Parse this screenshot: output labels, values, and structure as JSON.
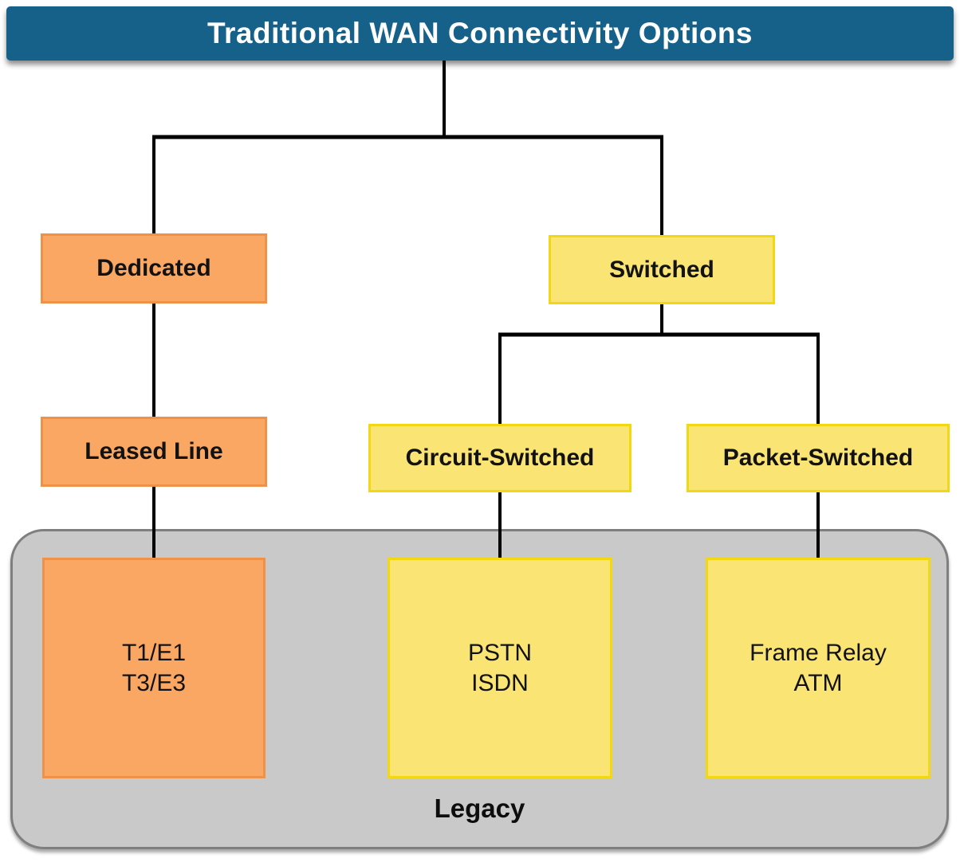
{
  "title": {
    "label": "Traditional WAN Connectivity Options"
  },
  "nodes": {
    "dedicated": {
      "label": "Dedicated"
    },
    "switched": {
      "label": "Switched"
    },
    "leased_line": {
      "label": "Leased Line"
    },
    "circuit_switched": {
      "label": "Circuit-Switched"
    },
    "packet_switched": {
      "label": "Packet-Switched"
    },
    "t1e1": {
      "line1": "T1/E1",
      "line2": "T3/E3"
    },
    "pstn": {
      "line1": "PSTN",
      "line2": "ISDN"
    },
    "frame_relay": {
      "line1": "Frame Relay",
      "line2": "ATM"
    }
  },
  "legacy_group": {
    "label": "Legacy"
  },
  "colors": {
    "title_bg": "#15618a",
    "title_text": "#ffffff",
    "dedicated_fill": "#f9a763",
    "dedicated_border": "#ef9147",
    "switched_fill": "#fae574",
    "switched_border": "#f2d713",
    "legacy_fill": "#c9c9c9",
    "legacy_border": "#7f7f7f",
    "connector": "#000000",
    "node_text": "#121212"
  }
}
